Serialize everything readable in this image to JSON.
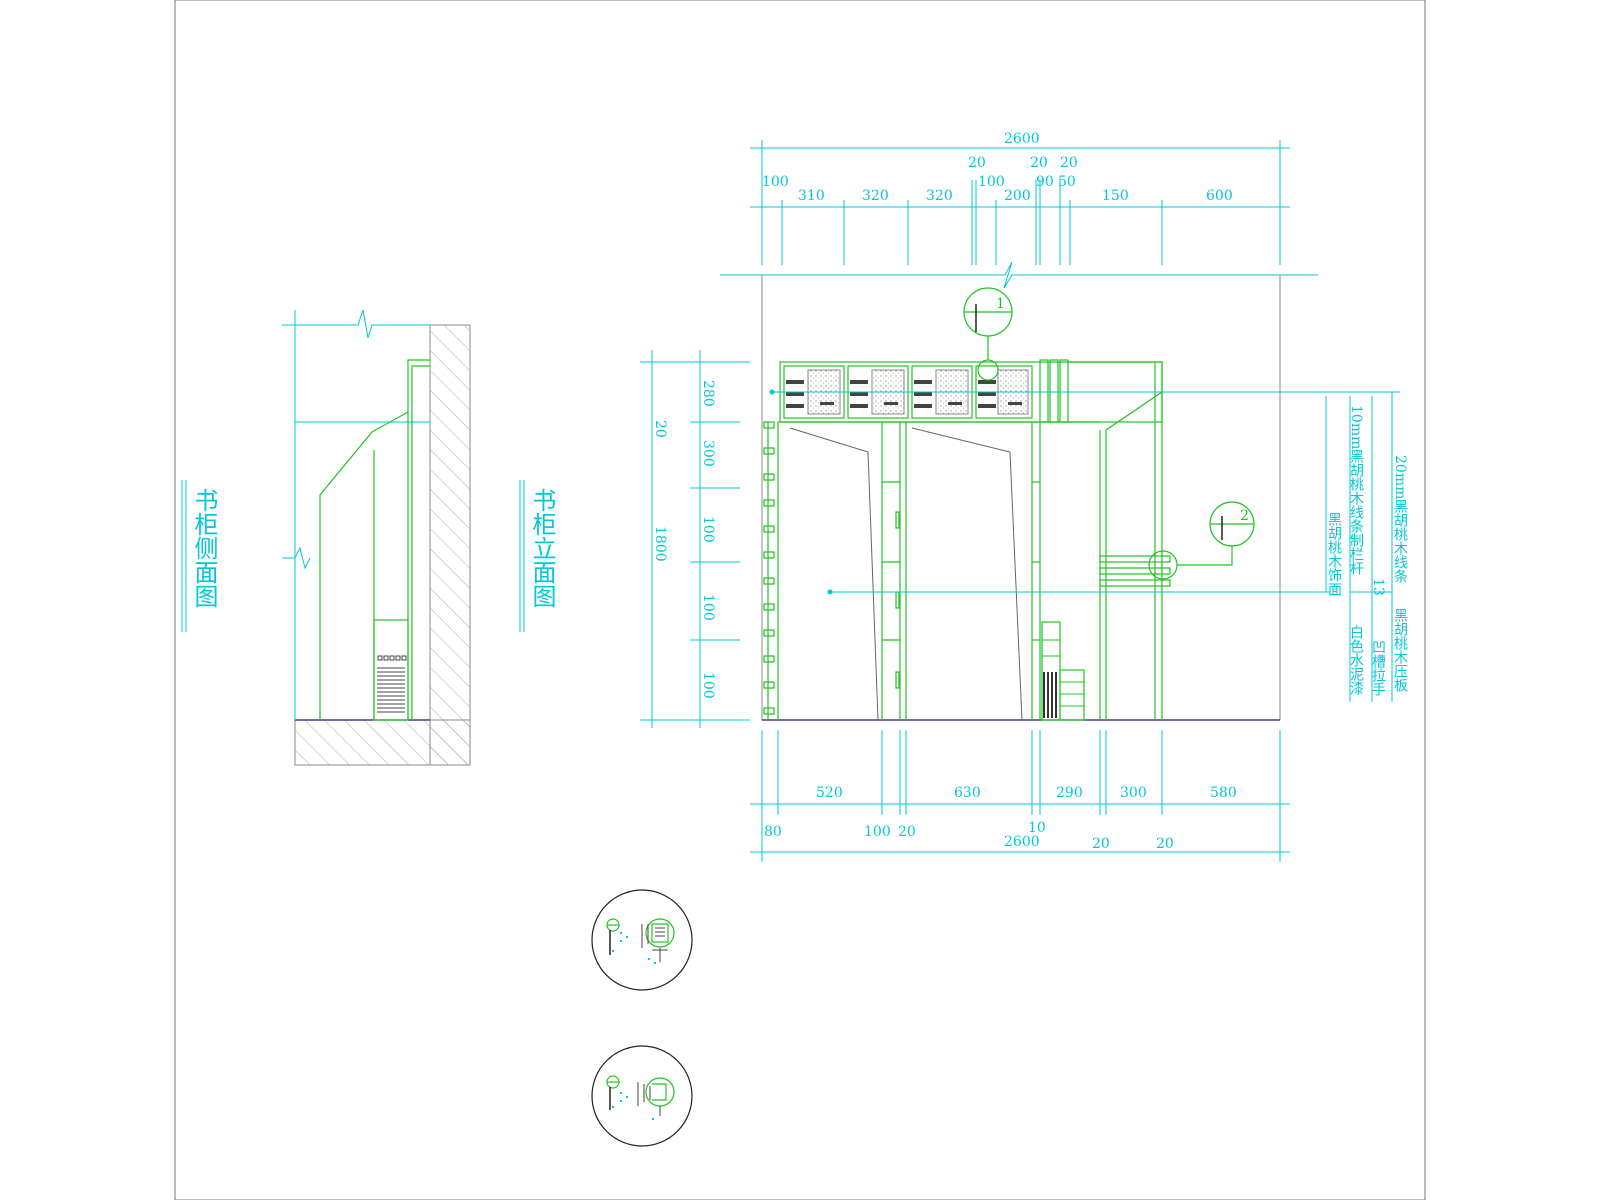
{
  "drawing": {
    "titles": {
      "side_elevation": "书柜侧面图",
      "front_elevation": "书柜立面图"
    },
    "top_dims": {
      "overall": "2600",
      "row_upper": [
        "20",
        "20",
        "20"
      ],
      "row_mid": [
        "100",
        "100",
        "90",
        "50"
      ],
      "row_main": [
        "310",
        "320",
        "320",
        "200",
        "150",
        "600"
      ]
    },
    "left_dims": {
      "overall": "1800",
      "small": "20",
      "segments": [
        "280",
        "300",
        "100",
        "100",
        "100"
      ]
    },
    "bottom_dims": {
      "row_main": [
        "520",
        "630",
        "290",
        "300",
        "580"
      ],
      "row_small": [
        "80",
        "100",
        "20",
        "10"
      ],
      "overall": "2600",
      "extra": [
        "20",
        "20"
      ]
    },
    "callouts": {
      "marker_1": "1",
      "marker_2": "2"
    },
    "material_notes": [
      "20mm黑胡桃木线条",
      "10mm黑胡桃木线条制栏杆",
      "黑胡桃木饰面",
      "黑胡桃木压板",
      "凹槽拉手",
      "白色水泥漆"
    ],
    "note_index": "13"
  },
  "colors": {
    "dimension": "#00c8d8",
    "cabinet": "#22c322",
    "frame": "#8a8a8a",
    "floor": "#1a1a6a"
  }
}
